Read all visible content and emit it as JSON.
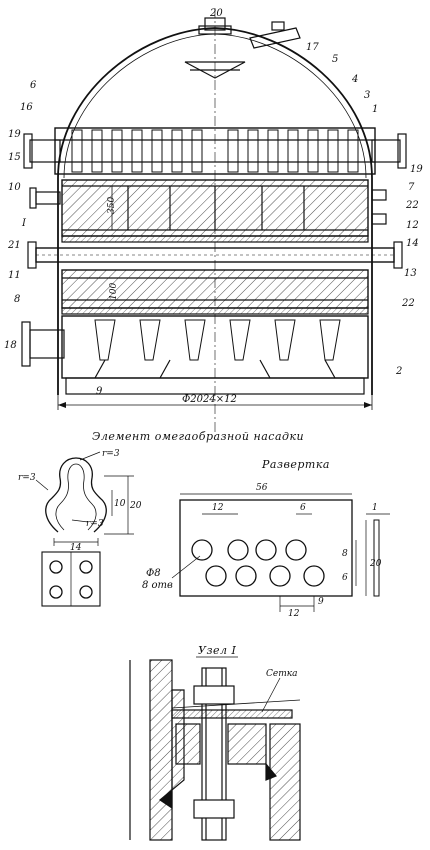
{
  "main_view": {
    "callouts": [
      {
        "id": "c20",
        "text": "20"
      },
      {
        "id": "c17",
        "text": "17"
      },
      {
        "id": "c5",
        "text": "5"
      },
      {
        "id": "c4",
        "text": "4"
      },
      {
        "id": "c3",
        "text": "3"
      },
      {
        "id": "c1a",
        "text": "1"
      },
      {
        "id": "c6",
        "text": "6"
      },
      {
        "id": "c16",
        "text": "16"
      },
      {
        "id": "c19l",
        "text": "19"
      },
      {
        "id": "c15",
        "text": "15"
      },
      {
        "id": "c10",
        "text": "10"
      },
      {
        "id": "c19r",
        "text": "19"
      },
      {
        "id": "c7",
        "text": "7"
      },
      {
        "id": "c22a",
        "text": "22"
      },
      {
        "id": "c12",
        "text": "12"
      },
      {
        "id": "c14",
        "text": "14"
      },
      {
        "id": "c1b",
        "text": "I"
      },
      {
        "id": "c21",
        "text": "21"
      },
      {
        "id": "c11",
        "text": "11"
      },
      {
        "id": "c13",
        "text": "13"
      },
      {
        "id": "c8",
        "text": "8"
      },
      {
        "id": "c22b",
        "text": "22"
      },
      {
        "id": "c18",
        "text": "18"
      },
      {
        "id": "c2",
        "text": "2"
      },
      {
        "id": "c9",
        "text": "9"
      }
    ],
    "dim_350": "350",
    "dim_100": "100",
    "diameter_label": "Ф2024×12"
  },
  "omega_element": {
    "caption": "Элемент  омегаобразной  насадки",
    "r_top": "r=3",
    "r_left": "r=3",
    "r_inner": "r=3",
    "dim_10": "10",
    "dim_20": "20",
    "dim_14": "14"
  },
  "development": {
    "caption": "Развертка",
    "dim_56": "56",
    "dim_12_top": "12",
    "dim_6_top": "6",
    "dim_1": "1",
    "holes_label_1": "Ф8",
    "holes_label_2": "8 отв",
    "dim_8": "8",
    "dim_6_side": "6",
    "dim_20": "20",
    "dim_12_bottom": "12",
    "dim_9": "9"
  },
  "node_detail": {
    "caption": "Узел I",
    "mesh_label": "Сетка"
  }
}
